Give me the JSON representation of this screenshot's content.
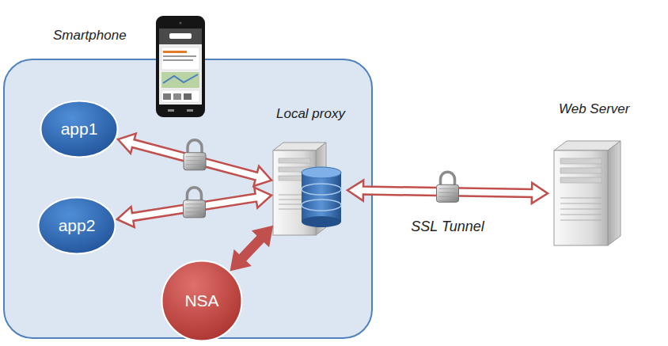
{
  "diagram": {
    "nodes": [
      {
        "text": [
          "Smartphone"
        ]
      },
      {
        "text": [
          "app1"
        ],
        "in": 0
      },
      {
        "text": [
          "app2"
        ],
        "in": 0
      },
      {
        "text": [
          "Local proxy"
        ],
        "in": 0
      },
      {
        "text": [
          "NSA"
        ],
        "in": 0
      },
      {
        "text": [
          "Web Server"
        ]
      }
    ],
    "edges": [
      {
        "from": 1,
        "to": 3,
        "arrow": "both"
      },
      {
        "from": 2,
        "to": 3,
        "arrow": "both"
      },
      {
        "from": 4,
        "to": 3,
        "arrow": "both"
      },
      {
        "from": 3,
        "to": 5,
        "label": "SSL Tunnel",
        "arrow": "both"
      }
    ]
  }
}
